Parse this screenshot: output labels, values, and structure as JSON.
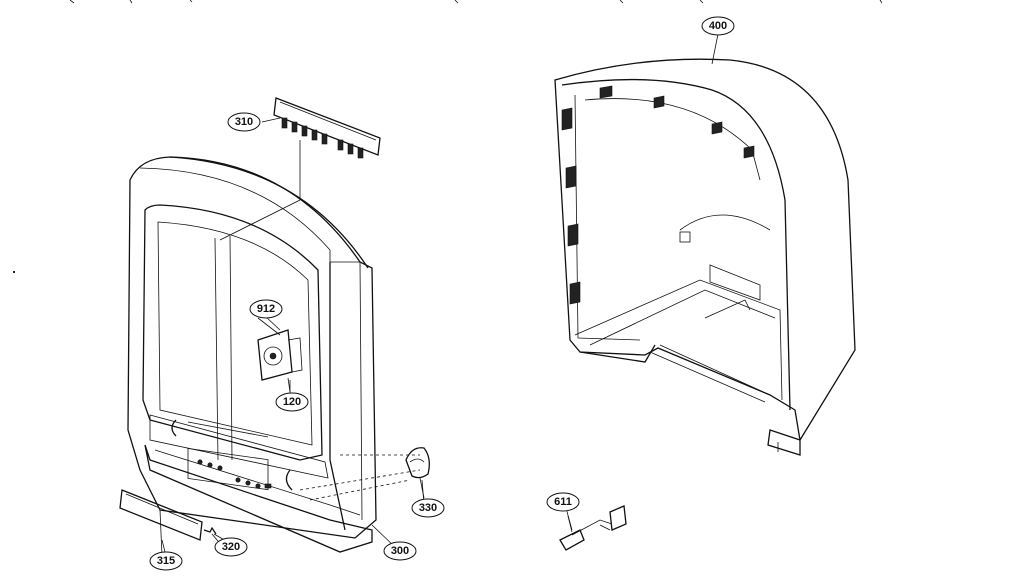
{
  "callouts": [
    {
      "id": "400",
      "label": "400"
    },
    {
      "id": "310",
      "label": "310"
    },
    {
      "id": "912",
      "label": "912"
    },
    {
      "id": "120",
      "label": "120"
    },
    {
      "id": "330",
      "label": "330"
    },
    {
      "id": "300",
      "label": "300"
    },
    {
      "id": "315",
      "label": "315"
    },
    {
      "id": "320",
      "label": "320"
    },
    {
      "id": "611",
      "label": "611"
    }
  ]
}
